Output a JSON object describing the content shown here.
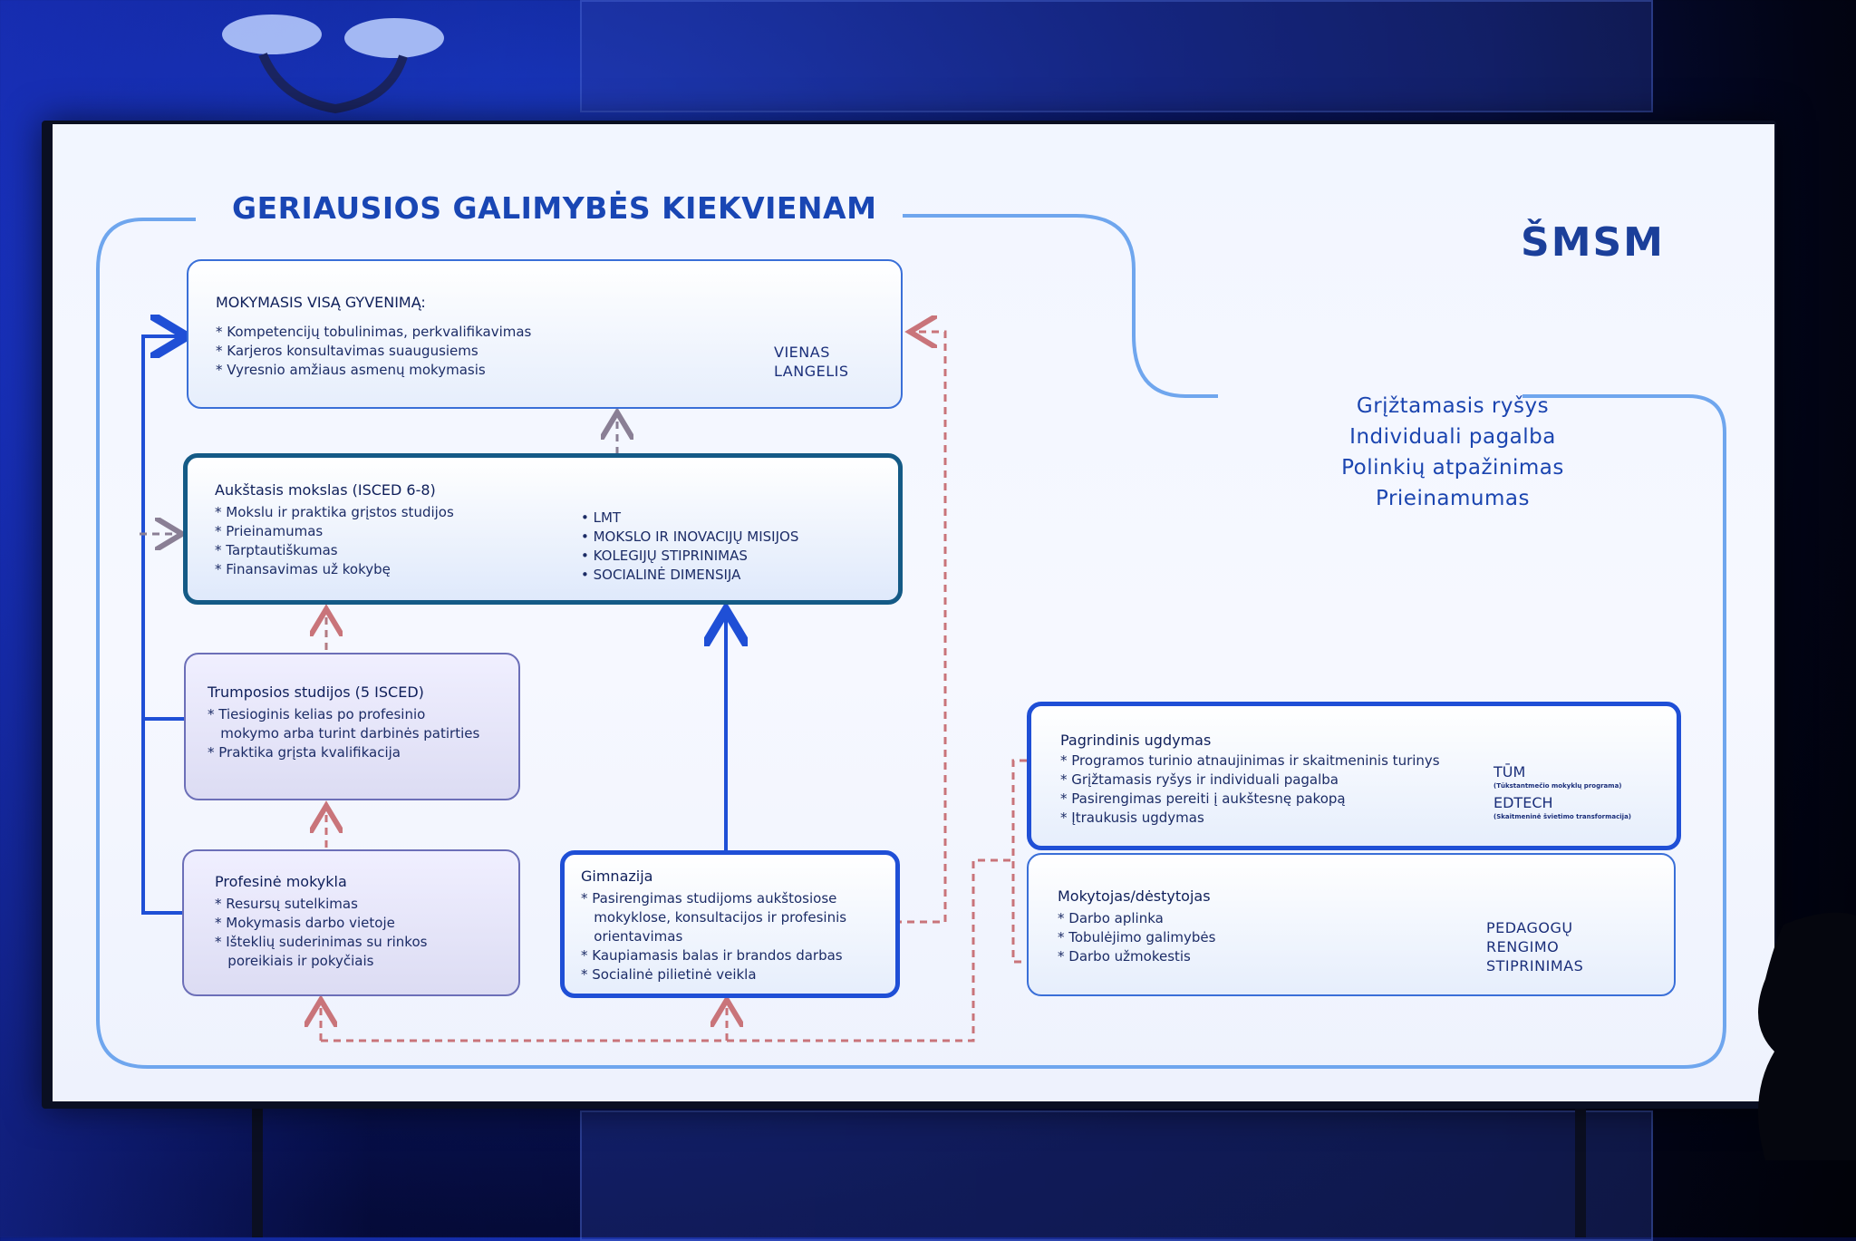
{
  "slide": {
    "title": "GERIAUSIOS GALIMYBĖS KIEKVIENAM",
    "logo": "ŠMSM",
    "features": [
      "Grįžtamasis ryšys",
      "Individuali pagalba",
      "Polinkių atpažinimas",
      "Prieinamumas"
    ]
  },
  "boxes": {
    "lifelong": {
      "title": "MOKYMASIS VISĄ GYVENIMĄ:",
      "bullets": [
        "* Kompetencijų tobulinimas, perkvalifikavimas",
        "* Karjeros konsultavimas suaugusiems",
        "* Vyresnio amžiaus asmenų mokymasis"
      ],
      "side": "VIENAS\nLANGELIS"
    },
    "higher": {
      "title": "Aukštasis mokslas (ISCED 6-8)",
      "bullets": [
        "* Mokslu ir praktika grįstos studijos",
        "* Prieinamumas",
        "* Tarptautiškumas",
        "* Finansavimas už kokybę"
      ],
      "side": [
        "• LMT",
        "• MOKSLO IR INOVACIJŲ MISIJOS",
        "• KOLEGIJŲ STIPRINIMAS",
        "• SOCIALINĖ DIMENSIJA"
      ]
    },
    "short": {
      "title": "Trumposios studijos (5 ISCED)",
      "bullets": [
        "* Tiesioginis kelias po profesinio",
        "   mokymo arba turint darbinės patirties",
        "* Praktika grįsta kvalifikacija"
      ]
    },
    "vocational": {
      "title": "Profesinė mokykla",
      "bullets": [
        "* Resursų sutelkimas",
        "* Mokymasis darbo vietoje",
        "* Išteklių suderinimas su rinkos",
        "   poreikiais ir pokyčiais"
      ]
    },
    "gymnasium": {
      "title": "Gimnazija",
      "bullets": [
        "* Pasirengimas studijoms aukštosiose",
        "   mokyklose, konsultacijos ir profesinis",
        "   orientavimas",
        "* Kaupiamasis balas ir brandos darbas",
        "* Socialinė pilietinė veikla"
      ]
    },
    "basic": {
      "title": "Pagrindinis ugdymas",
      "bullets": [
        "* Programos turinio atnaujinimas ir skaitmeninis turinys",
        "* Grįžtamasis ryšys ir individuali pagalba",
        "* Pasirengimas pereiti į aukštesnę pakopą",
        "* Įtraukusis ugdymas"
      ],
      "tum": "TŪM",
      "tum_note": "(Tūkstantmečio mokyklų programa)",
      "edtech": "EDTECH",
      "edtech_note": "(Skaitmeninė švietimo transformacija)"
    },
    "teacher": {
      "title": "Mokytojas/dėstytojas",
      "bullets": [
        "* Darbo aplinka",
        "* Tobulėjimo galimybės",
        "* Darbo užmokestis"
      ],
      "side": "PEDAGOGŲ\nRENGIMO\nSTIPRINIMAS"
    }
  },
  "colors": {
    "title": "#1946b4",
    "frame": "#6fa6ee",
    "solid_arrow": "#1f4fd6",
    "dashed_arrow": "#c9747a",
    "gray_arrow": "#8a7f95"
  }
}
